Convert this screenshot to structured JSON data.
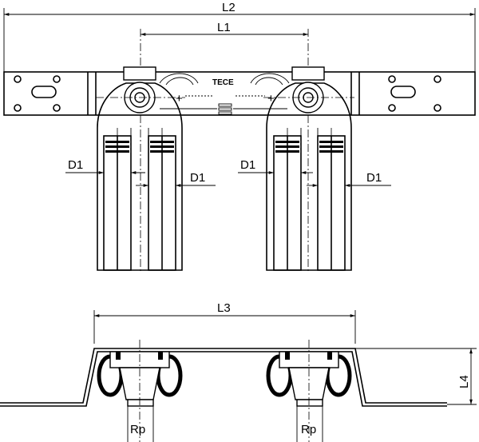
{
  "drawing": {
    "brand": "TECE",
    "dimensions": {
      "L1": "L1",
      "L2": "L2",
      "L3": "L3",
      "L4": "L4",
      "D1": "D1",
      "Rp": "Rp"
    },
    "symbols": {
      "plus": "+"
    }
  }
}
